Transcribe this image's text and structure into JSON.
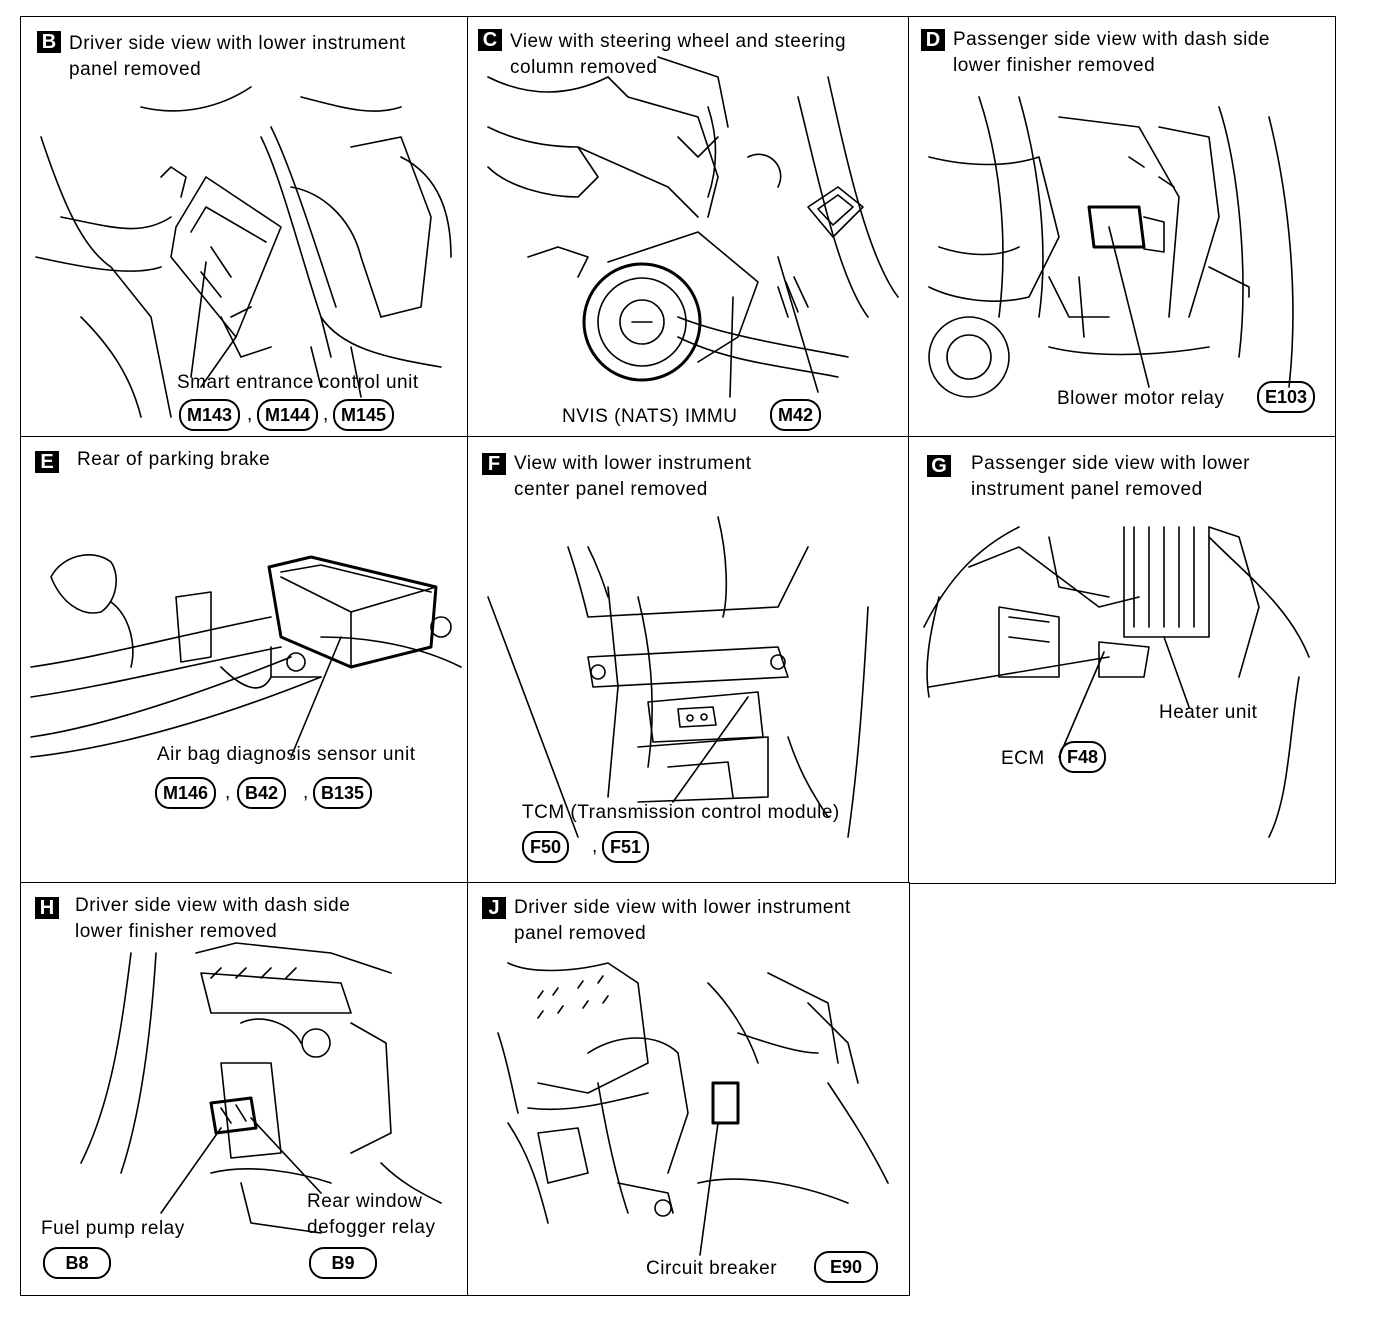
{
  "panels": {
    "B": {
      "letter": "B",
      "title": "Driver side view with lower instrument\npanel removed",
      "label1": "Smart entrance control unit",
      "connectors": [
        "M143",
        "M144",
        "M145"
      ],
      "sep": ","
    },
    "C": {
      "letter": "C",
      "title": "View with steering wheel and steering\ncolumn removed",
      "label1": "NVIS (NATS) IMMU",
      "connectors": [
        "M42"
      ]
    },
    "D": {
      "letter": "D",
      "title": "Passenger side view with dash side\nlower finisher removed",
      "label1": "Blower motor relay",
      "connectors": [
        "E103"
      ]
    },
    "E": {
      "letter": "E",
      "title": "Rear of parking brake",
      "label1": "Air bag diagnosis sensor unit",
      "connectors": [
        "M146",
        "B42",
        "B135"
      ],
      "sep": ","
    },
    "F": {
      "letter": "F",
      "title": "View with lower instrument\ncenter panel removed",
      "label1": "TCM (Transmission control module)",
      "connectors": [
        "F50",
        "F51"
      ],
      "sep": ","
    },
    "G": {
      "letter": "G",
      "title": "Passenger side view with lower\ninstrument panel removed",
      "label1": "Heater unit",
      "label2": "ECM",
      "connectors": [
        "F48"
      ]
    },
    "H": {
      "letter": "H",
      "title": "Driver side view with dash side\nlower finisher removed",
      "label1": "Fuel pump relay",
      "label2": "Rear window\ndefogger relay",
      "connectors": [
        "B8",
        "B9"
      ]
    },
    "J": {
      "letter": "J",
      "title": "Driver side view with lower instrument\npanel removed",
      "label1": "Circuit breaker",
      "connectors": [
        "E90"
      ]
    }
  }
}
